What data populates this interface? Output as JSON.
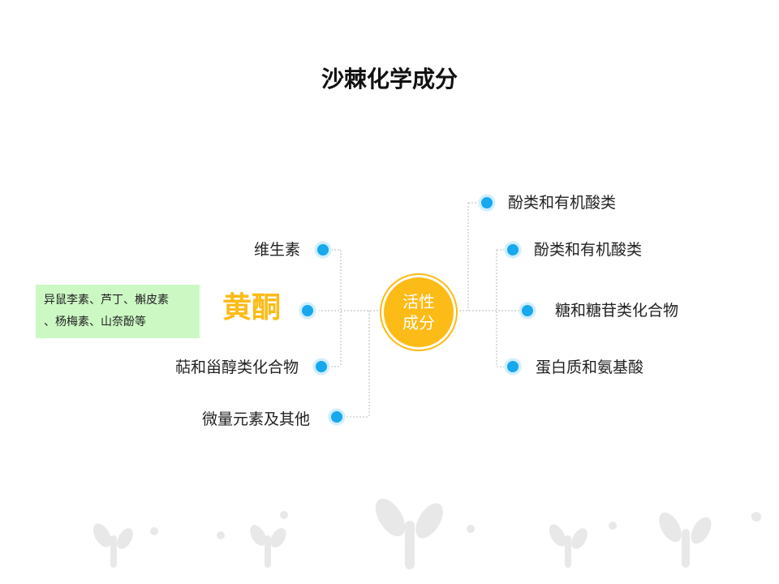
{
  "title": "沙棘化学成分",
  "hub": {
    "line1": "活性",
    "line2": "成分",
    "color": "#fcbb16"
  },
  "left_items": [
    {
      "label": "维生素"
    },
    {
      "label": "黄酮"
    },
    {
      "label": "萜和甾醇类化合物"
    },
    {
      "label": "微量元素及其他"
    }
  ],
  "flavonoid_note": {
    "line1": "异鼠李素、芦丁、槲皮素",
    "line2": "、杨梅素、山奈酚等"
  },
  "right_items": [
    {
      "label": "酚类和有机酸类"
    },
    {
      "label": "酚类和有机酸类"
    },
    {
      "label": "糖和糖苷类化合物"
    },
    {
      "label": "蛋白质和氨基酸"
    }
  ],
  "colors": {
    "node": "#17a8ee",
    "accent": "#fcbb16",
    "note_bg": "#ccf8c4",
    "decor": "#e8e8e8"
  }
}
